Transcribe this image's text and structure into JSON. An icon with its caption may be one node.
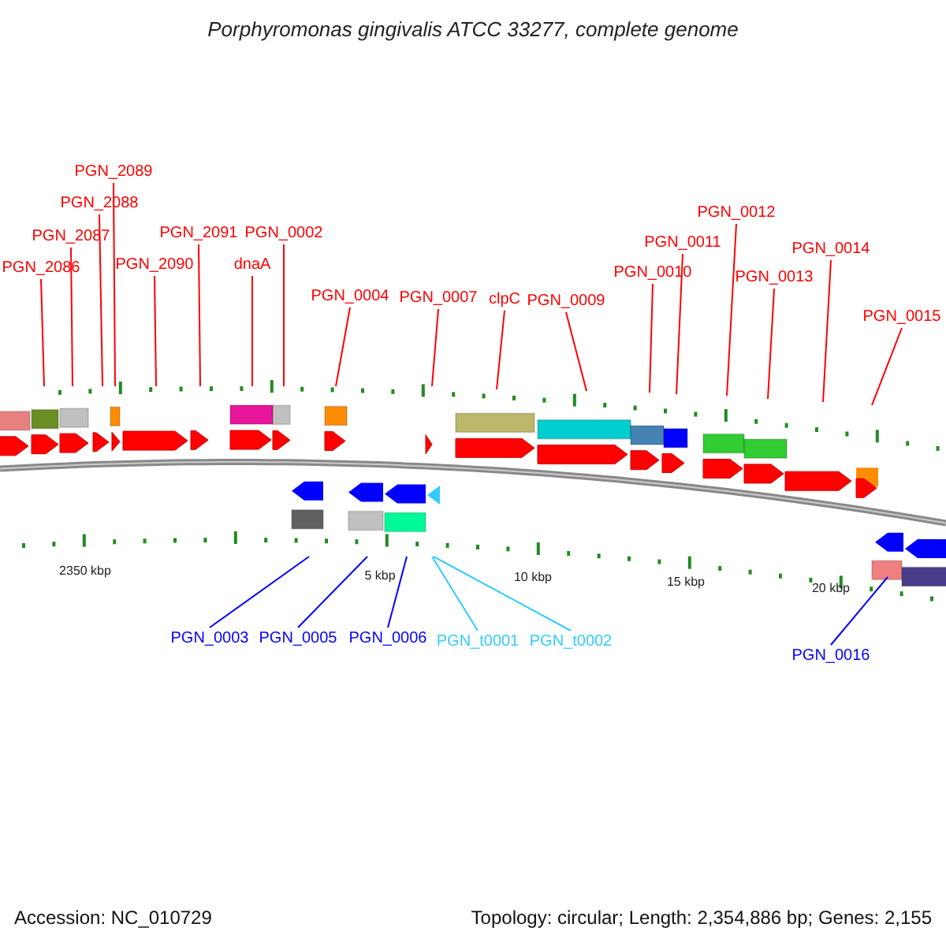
{
  "diagram": {
    "title": "Porphyromonas gingivalis ATCC 33277, complete genome",
    "nodes": [
      {
        "text": [
          "PGN_2086"
        ]
      },
      {
        "text": [
          "PGN_2087"
        ]
      },
      {
        "text": [
          "PGN_2088"
        ]
      },
      {
        "text": [
          "PGN_2089"
        ]
      },
      {
        "text": [
          "PGN_2090"
        ]
      },
      {
        "text": [
          "PGN_2091"
        ]
      },
      {
        "text": [
          "dnaA"
        ]
      },
      {
        "text": [
          "PGN_0002"
        ]
      },
      {
        "text": [
          "PGN_0004"
        ]
      },
      {
        "text": [
          "PGN_0007"
        ]
      },
      {
        "text": [
          "clpC"
        ]
      },
      {
        "text": [
          "PGN_0009"
        ]
      },
      {
        "text": [
          "PGN_0010"
        ]
      },
      {
        "text": [
          "PGN_0011"
        ]
      },
      {
        "text": [
          "PGN_0012"
        ]
      },
      {
        "text": [
          "PGN_0013"
        ]
      },
      {
        "text": [
          "PGN_0014"
        ]
      },
      {
        "text": [
          "PGN_0015"
        ]
      },
      {
        "text": [
          "PGN_0003"
        ]
      },
      {
        "text": [
          "PGN_0005"
        ]
      },
      {
        "text": [
          "PGN_0006"
        ]
      },
      {
        "text": [
          "PGN_t0001"
        ]
      },
      {
        "text": [
          "PGN_t0002"
        ]
      },
      {
        "text": [
          "PGN_0016"
        ]
      }
    ],
    "edges": [
      {
        "from": 0,
        "to": null,
        "arrow": "none"
      },
      {
        "from": 1,
        "to": null,
        "arrow": "none"
      },
      {
        "from": 2,
        "to": null,
        "arrow": "none"
      },
      {
        "from": 3,
        "to": null,
        "arrow": "none"
      },
      {
        "from": 4,
        "to": null,
        "arrow": "none"
      },
      {
        "from": 5,
        "to": null,
        "arrow": "none"
      },
      {
        "from": 6,
        "to": null,
        "arrow": "none"
      },
      {
        "from": 7,
        "to": null,
        "arrow": "none"
      },
      {
        "from": 8,
        "to": null,
        "arrow": "none"
      },
      {
        "from": 9,
        "to": null,
        "arrow": "none"
      },
      {
        "from": 10,
        "to": null,
        "arrow": "none"
      },
      {
        "from": 11,
        "to": null,
        "arrow": "none"
      },
      {
        "from": 12,
        "to": null,
        "arrow": "none"
      },
      {
        "from": 13,
        "to": null,
        "arrow": "none"
      },
      {
        "from": 14,
        "to": null,
        "arrow": "none"
      },
      {
        "from": 15,
        "to": null,
        "arrow": "none"
      },
      {
        "from": 16,
        "to": null,
        "arrow": "none"
      },
      {
        "from": 17,
        "to": null,
        "arrow": "none"
      },
      {
        "from": 18,
        "to": null,
        "arrow": "none",
        "color": "#0000ff"
      },
      {
        "from": 19,
        "to": null,
        "arrow": "none",
        "color": "#0000ff"
      },
      {
        "from": 20,
        "to": null,
        "arrow": "none",
        "color": "#0000ff"
      },
      {
        "from": 21,
        "to": null,
        "arrow": "none",
        "color": "#33ccff"
      },
      {
        "from": 22,
        "to": null,
        "arrow": "none",
        "color": "#33ccff"
      },
      {
        "from": 23,
        "to": null,
        "arrow": "none",
        "color": "#0000ff"
      }
    ],
    "labels": [
      "2350 kbp",
      "5 kbp",
      "10 kbp",
      "15 kbp",
      "20 kbp",
      "Accession: NC_010729",
      "Topology: circular; Length: 2,354,886 bp; Genes: 2,155"
    ]
  }
}
